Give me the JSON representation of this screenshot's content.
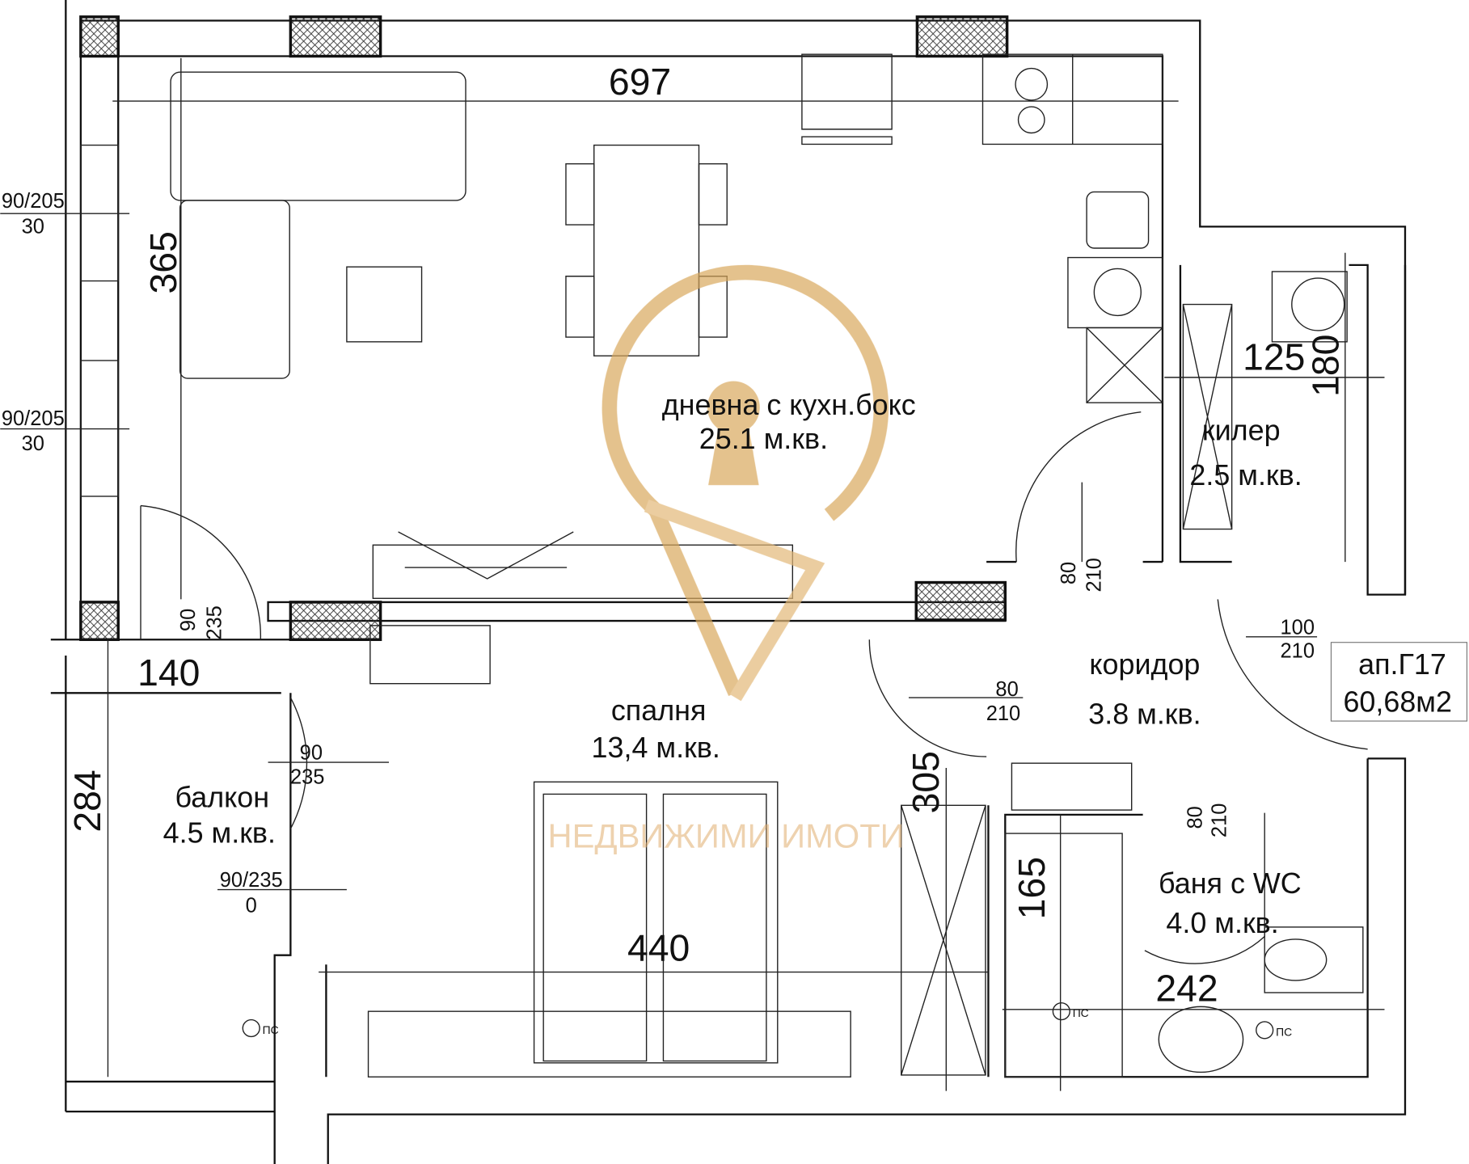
{
  "plan": {
    "apartment_label": "ап.Г17",
    "apartment_area": "60,68м2",
    "watermark_text": "НЕДВИЖИМИ ИМОТИ",
    "watermark_color": "#d9a85c",
    "rooms": {
      "living": {
        "name": "дневна с кухн.бокс",
        "area": "25.1 м.кв."
      },
      "pantry": {
        "name": "килер",
        "area": "2.5 м.кв."
      },
      "corridor": {
        "name": "коридор",
        "area": "3.8 м.кв."
      },
      "bedroom": {
        "name": "спалня",
        "area": "13,4 м.кв."
      },
      "balcony": {
        "name": "балкон",
        "area": "4.5 м.кв."
      },
      "bathroom": {
        "name": "баня с WC",
        "area": "4.0 м.кв."
      }
    },
    "dimensions": {
      "living_width": "697",
      "living_depth": "365",
      "pantry_width": "125",
      "pantry_depth": "180",
      "balcony_width": "140",
      "balcony_depth": "284",
      "bedroom_depth": "305",
      "bedroom_width": "440",
      "bath_depth": "165",
      "bath_width": "242"
    },
    "openings": {
      "win1_top": "90/205",
      "win1_bot": "30",
      "win2_top": "90/205",
      "win2_bot": "30",
      "balcony_door_top": "90",
      "balcony_door_bot": "235",
      "pantry_door_top": "80",
      "pantry_door_bot": "210",
      "entry_door_top": "100",
      "entry_door_bot": "210",
      "living_door_top": "80",
      "living_door_bot": "210",
      "bedroom_balc_top": "90",
      "bedroom_balc_bot": "235",
      "balc_win_top": "90/235",
      "balc_win_bot": "0",
      "bath_door_top": "80",
      "bath_door_bot": "210"
    },
    "shaft_label": "ПС"
  }
}
